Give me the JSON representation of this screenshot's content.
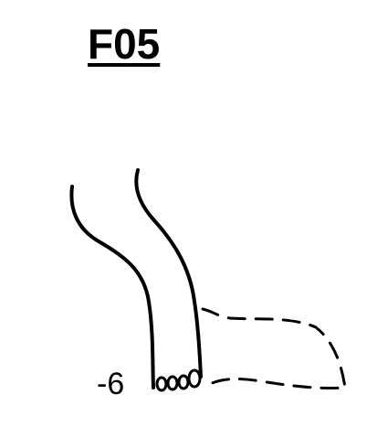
{
  "figure": {
    "title": "F05",
    "reference_label": "-6",
    "ink_color": "#000000"
  },
  "icons": {
    "drawing": "line-drawing-of-legs-with-dashed-outline"
  }
}
